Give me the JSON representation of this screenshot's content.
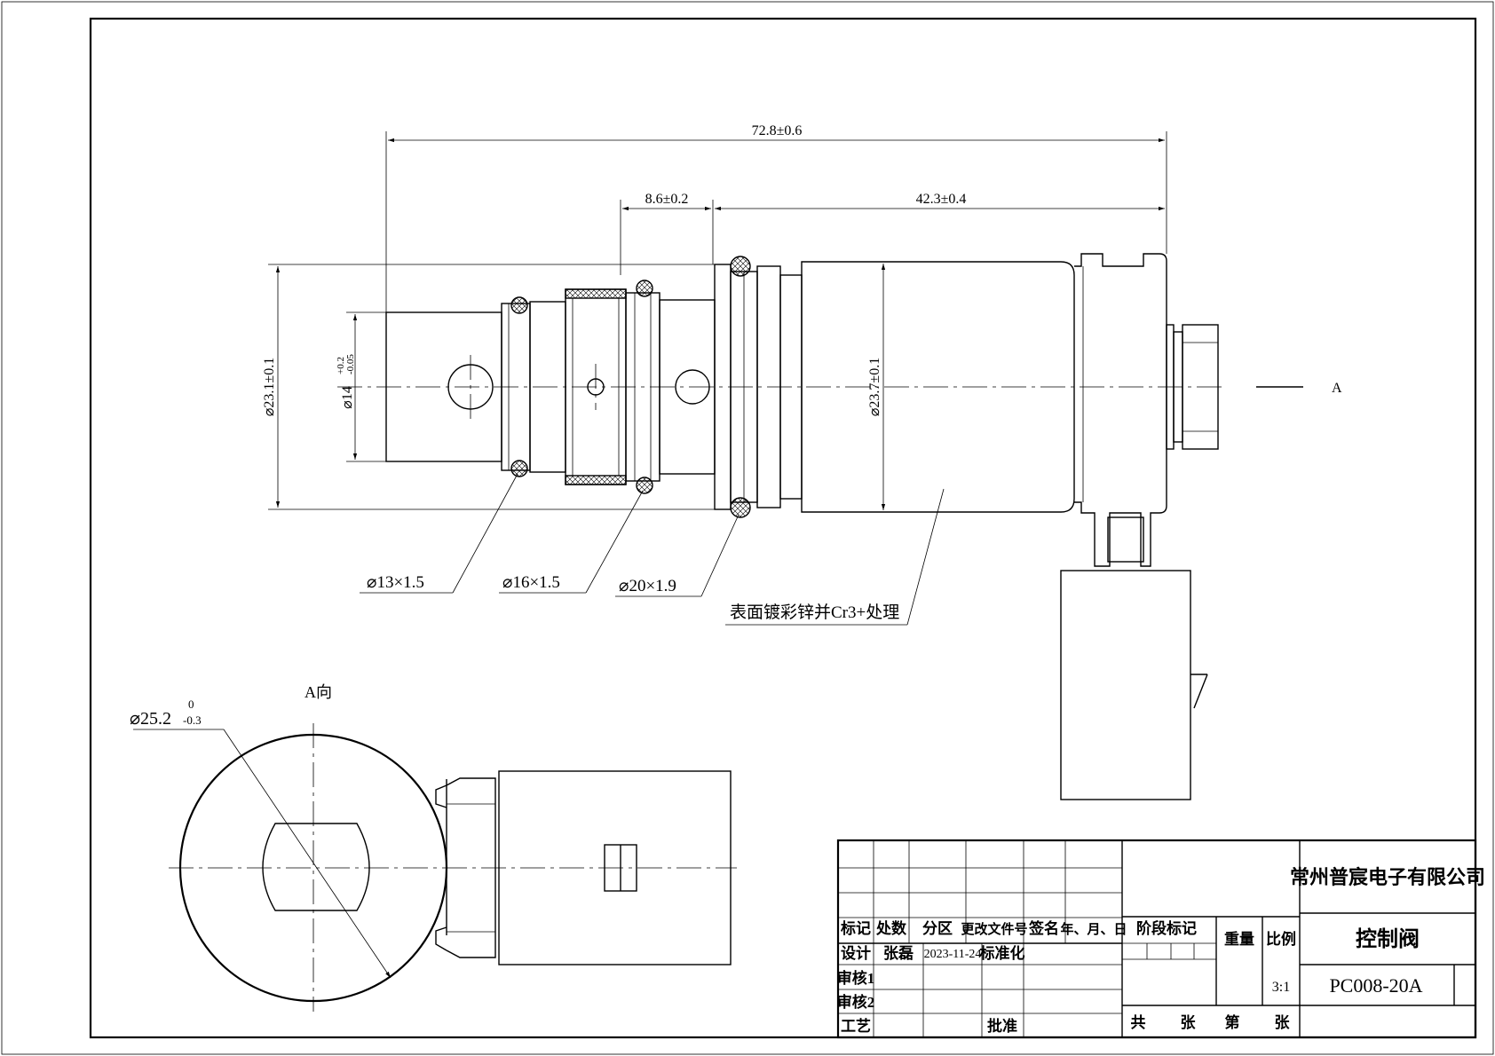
{
  "drawing": {
    "dimensions": {
      "overall_length": "72.8±0.6",
      "groove_width": "8.6±0.2",
      "body_length": "42.3±0.4",
      "dia_outer": "⌀23.1±0.1",
      "dia_inner_main": "⌀14",
      "dia_inner_tol_upper": "+0.2",
      "dia_inner_tol_lower": "-0.05",
      "dia_body": "⌀23.7±0.1"
    },
    "orings": [
      "⌀13×1.5",
      "⌀16×1.5",
      "⌀20×1.9"
    ],
    "surface_note": "表面镀彩锌并Cr3+处理",
    "view_arrow_label": "A",
    "view_a_title": "A向",
    "view_a_dia_main": "⌀25.2",
    "view_a_dia_tol_upper": "0",
    "view_a_dia_tol_lower": "-0.3"
  },
  "title_block": {
    "company": "常州普宸电子有限公司",
    "part_name": "控制阀",
    "part_number": "PC008-20A",
    "scale": "3:1",
    "headers": {
      "mark": "标记",
      "count": "处数",
      "zone": "分区",
      "change_doc": "更改文件号",
      "signature": "签名",
      "date": "年、月、日",
      "stage_mark": "阶段标记",
      "weight": "重量",
      "scale_label": "比例"
    },
    "rows": {
      "design": "设计",
      "designer": "张磊",
      "design_date": "2023-11-24",
      "standardization": "标准化",
      "review1": "审核1",
      "review2": "审核2",
      "process": "工艺",
      "approve": "批准"
    },
    "sheet": {
      "total": "共",
      "sheets1": "张",
      "of": "第",
      "sheets2": "张"
    }
  }
}
